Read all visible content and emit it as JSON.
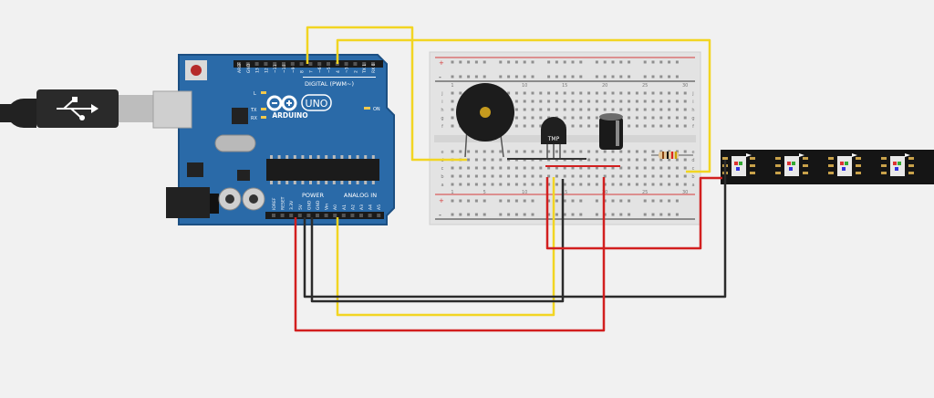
{
  "canvas": {
    "background": "#f1f1f1"
  },
  "arduino": {
    "digital_label": "DIGITAL (PWM~)",
    "top_header_labels": [
      "AREF",
      "GND",
      "13",
      "12",
      "~11",
      "~10",
      "~9",
      "8",
      "7",
      "~6",
      "~5",
      "4",
      "~3",
      "2",
      "TX 1",
      "RX 0"
    ],
    "power_label": "POWER",
    "analog_label": "ANALOG IN",
    "bottom_header_labels": [
      "IOREF",
      "RESET",
      "3.3V",
      "5V",
      "GND",
      "GND",
      "Vin",
      "A0",
      "A1",
      "A2",
      "A3",
      "A4",
      "A5"
    ],
    "brand_label": "ARDUINO",
    "model_label": "UNO",
    "on_label": "ON",
    "led_labels": {
      "l": "L",
      "tx": "TX",
      "rx": "RX"
    },
    "board_color": "#2a6aa8"
  },
  "breadboard": {
    "column_numbers": [
      "1",
      "5",
      "10",
      "15",
      "20",
      "25",
      "30"
    ],
    "row_letters_top": [
      "j",
      "i",
      "h",
      "g",
      "f"
    ],
    "row_letters_bottom": [
      "e",
      "d",
      "c",
      "b",
      "a"
    ],
    "rail_signs": [
      "+",
      "-"
    ]
  },
  "components": {
    "temp_sensor_label": "TMP",
    "buzzer": "piezo-buzzer",
    "capacitor": "electrolytic-capacitor",
    "resistor": "resistor",
    "led_strip": "rgb-led-strip"
  },
  "wire_colors": {
    "signal": "#f2d522",
    "ground": "#2b2b2b",
    "power": "#d21f1f"
  }
}
